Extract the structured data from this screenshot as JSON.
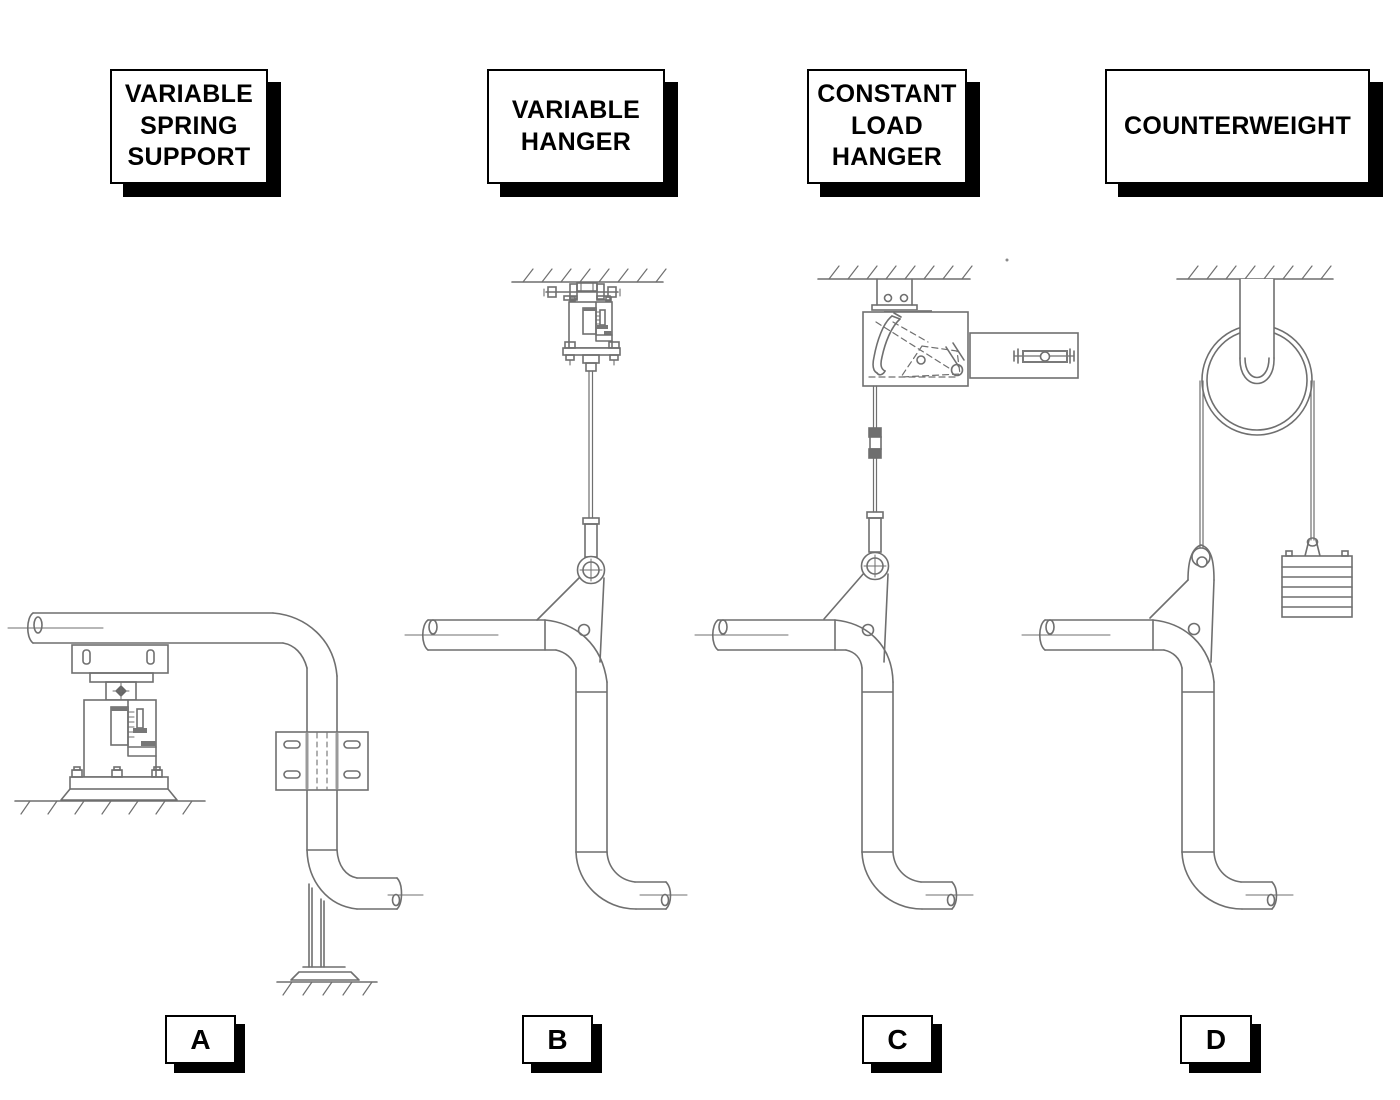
{
  "colors": {
    "background": "#ffffff",
    "line": "#6f6f6f",
    "dark_detail": "#777777",
    "text": "#000000",
    "box_shadow": "#000000"
  },
  "figures": [
    {
      "tag": "A",
      "title": "VARIABLE\nSPRING\nSUPPORT"
    },
    {
      "tag": "B",
      "title": "VARIABLE\nHANGER"
    },
    {
      "tag": "C",
      "title": "CONSTANT\nLOAD\nHANGER"
    },
    {
      "tag": "D",
      "title": "COUNTERWEIGHT"
    }
  ]
}
